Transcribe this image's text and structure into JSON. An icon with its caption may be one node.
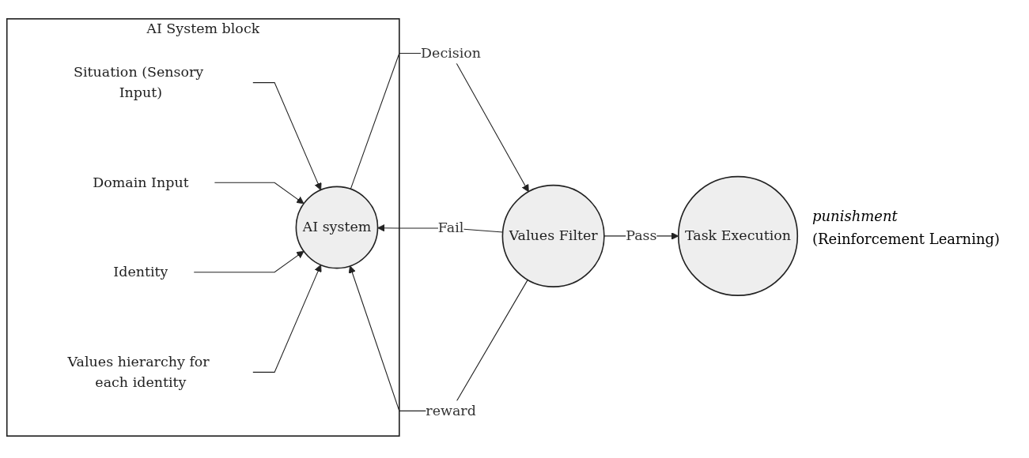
{
  "diagram": {
    "nodes": [
      {
        "text": [
          "AI System block"
        ]
      },
      {
        "text": [
          "Situation (Sensory Input)"
        ],
        "in": 0
      },
      {
        "text": [
          "Domain Input"
        ],
        "in": 0
      },
      {
        "text": [
          "Identity"
        ],
        "in": 0
      },
      {
        "text": [
          "Values hierarchy for each identity"
        ],
        "in": 0
      },
      {
        "text": [
          "AI system"
        ],
        "in": 0
      },
      {
        "text": [
          "Values Filter"
        ]
      },
      {
        "text": [
          "Task Execution"
        ]
      }
    ],
    "edges": [
      {
        "from": 1,
        "to": 5,
        "arrow": "to"
      },
      {
        "from": 2,
        "to": 5,
        "arrow": "to"
      },
      {
        "from": 3,
        "to": 5,
        "arrow": "to"
      },
      {
        "from": 4,
        "to": 5,
        "arrow": "to"
      },
      {
        "from": 5,
        "to": 6,
        "label": "Decision",
        "arrow": "to"
      },
      {
        "from": 6,
        "to": 7,
        "label": "Pass",
        "arrow": "to"
      },
      {
        "from": 6,
        "to": 5,
        "label": "Fail",
        "arrow": "to"
      },
      {
        "from": 6,
        "to": 5,
        "label": "reward",
        "arrow": "to"
      }
    ],
    "labels": [
      "punishment",
      "(Reinforcement Learning)"
    ]
  }
}
